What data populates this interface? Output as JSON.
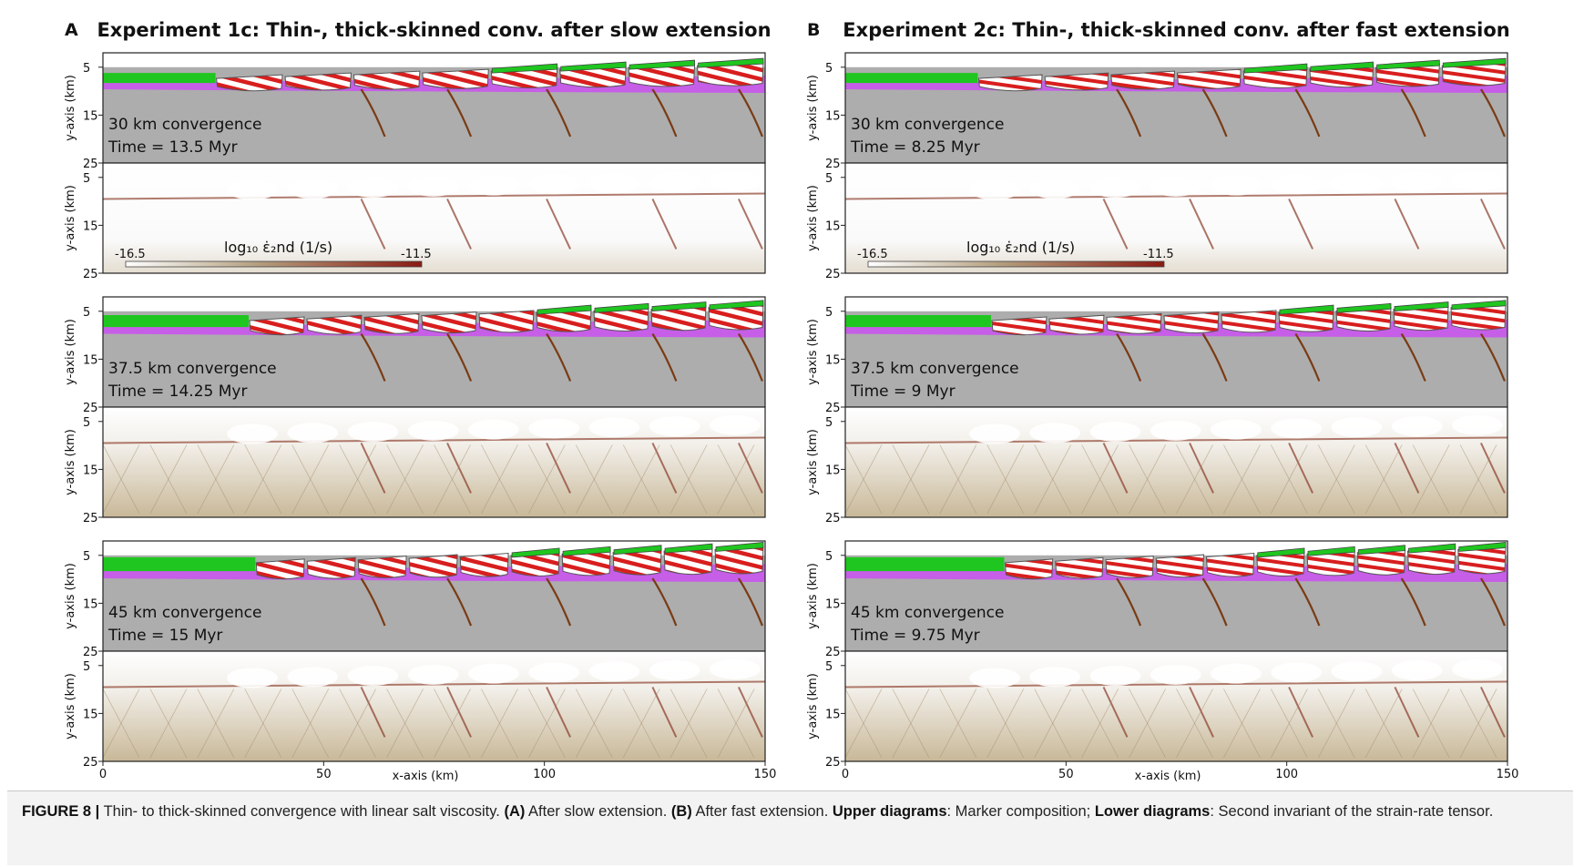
{
  "panels": [
    {
      "letter": "A",
      "title": "Experiment 1c: Thin-, thick-skinned conv. after slow extension",
      "rows": [
        {
          "convergence": "30 km convergence",
          "time": "Time = 13.5 Myr"
        },
        {
          "convergence": "37.5 km convergence",
          "time": "Time = 14.25 Myr"
        },
        {
          "convergence": "45 km convergence",
          "time": "Time = 15 Myr"
        }
      ]
    },
    {
      "letter": "B",
      "title": "Experiment 2c: Thin-, thick-skinned conv. after fast extension",
      "rows": [
        {
          "convergence": "30 km convergence",
          "time": "Time = 8.25 Myr"
        },
        {
          "convergence": "37.5 km convergence",
          "time": "Time = 9 Myr"
        },
        {
          "convergence": "45 km convergence",
          "time": "Time = 9.75 Myr"
        }
      ]
    }
  ],
  "y_axis": {
    "label": "y-axis (km)",
    "ticks": [
      "5",
      "15",
      "25"
    ]
  },
  "x_axis": {
    "label": "x-axis (km)",
    "ticks": [
      "0",
      "50",
      "100",
      "150"
    ]
  },
  "colorbar": {
    "label": "log₁₀ ε̇₂nd (1/s)",
    "min": "-16.5",
    "max": "-11.5"
  },
  "colors": {
    "overburden": "#1fc61f",
    "salt": "#c65ee8",
    "basement": "#adadad",
    "stripe_red": "#d81e1e",
    "stripe_white": "#ffffff",
    "fault": "#7a3b14",
    "strain_low": "#ffffff",
    "strain_mid": "#b39e7e",
    "strain_high": "#8b1a12"
  },
  "caption": {
    "label": "FIGURE 8 |",
    "text1": " Thin- to thick-skinned convergence with linear salt viscosity. ",
    "a": "(A)",
    "text2": " After slow extension. ",
    "b": "(B)",
    "text3": " After fast extension. ",
    "upper": "Upper diagrams",
    "text4": ": Marker composition; ",
    "lower": "Lower diagrams",
    "text5": ": Second invariant of the strain-rate tensor."
  }
}
